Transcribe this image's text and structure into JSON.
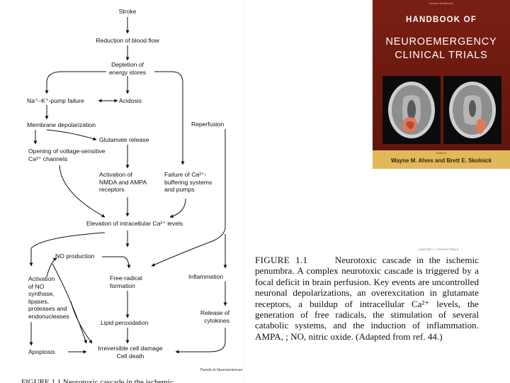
{
  "flowchart": {
    "nodes": {
      "stroke": "Stroke",
      "reduction": "Reduction of blood flow",
      "depletion": [
        "Depletion of",
        "energy stores"
      ],
      "pump": "Na⁺–K⁺-pump failure",
      "acidosis": "Acidosis",
      "membrane": "Membrane depolarization",
      "reperfusion": "Reperfusion",
      "glutamate": "Glutamate release",
      "opening": [
        "Opening of voltage-sensitive",
        "Ca²⁺ channels"
      ],
      "activation_nmda": [
        "Activation of",
        "NMDA and AMPA",
        "receptors"
      ],
      "failure_ca": [
        "Failure of Ca²⁺-",
        "buffering systems",
        "and pumps"
      ],
      "elevation": "Elevation of intracellular Ca²⁺ levels",
      "no_production": "NO production",
      "free_radical": [
        "Free-radical",
        "formation"
      ],
      "inflammation": "Inflammation",
      "activation_no": [
        "Activation",
        "of NO",
        "synthase,",
        "lipases,",
        "proteases and",
        "endonucleases"
      ],
      "lipid": "Lipid peroxidation",
      "release": [
        "Release of",
        "cytokines"
      ],
      "apoptosis": "Apoptosis",
      "irreversible": [
        "Irreversible cell damage",
        "Cell death"
      ]
    },
    "credit": "Trends in Neurosciences",
    "cut_text": "FIGURE 1.1    Neurotoxic cascade in the ischemic"
  },
  "book_cover": {
    "top_line": "Informa Healthcare",
    "title_line1": "HANDBOOK OF",
    "title_line2": [
      "NEUROEMERGENCY",
      "CLINICAL TRIALS"
    ],
    "editors_label": "Edited by",
    "authors": "Wayne M. Alves and Brett E. Skolnick",
    "colors": {
      "background": "#6b1a10",
      "strip": "#e2b95a",
      "lesion": "#e0785a"
    }
  },
  "caption": {
    "note": "CHAPTER 1 • STROKE TRIALS",
    "label": "FIGURE 1.1",
    "text": "Neurotoxic cascade in the ischemic penumbra. A complex neurotoxic cascade is triggered by a focal deficit in brain perfusion. Key events are uncontrolled neuronal depolarizations, an overexcitation in glutamate receptors, a buildup of intracellular Ca²⁺ levels, the generation of free radicals, the stimulation of several catabolic systems, and the induction of inflammation. AMPA, ; NO, nitric oxide. (Adapted from ref. 44.)"
  }
}
